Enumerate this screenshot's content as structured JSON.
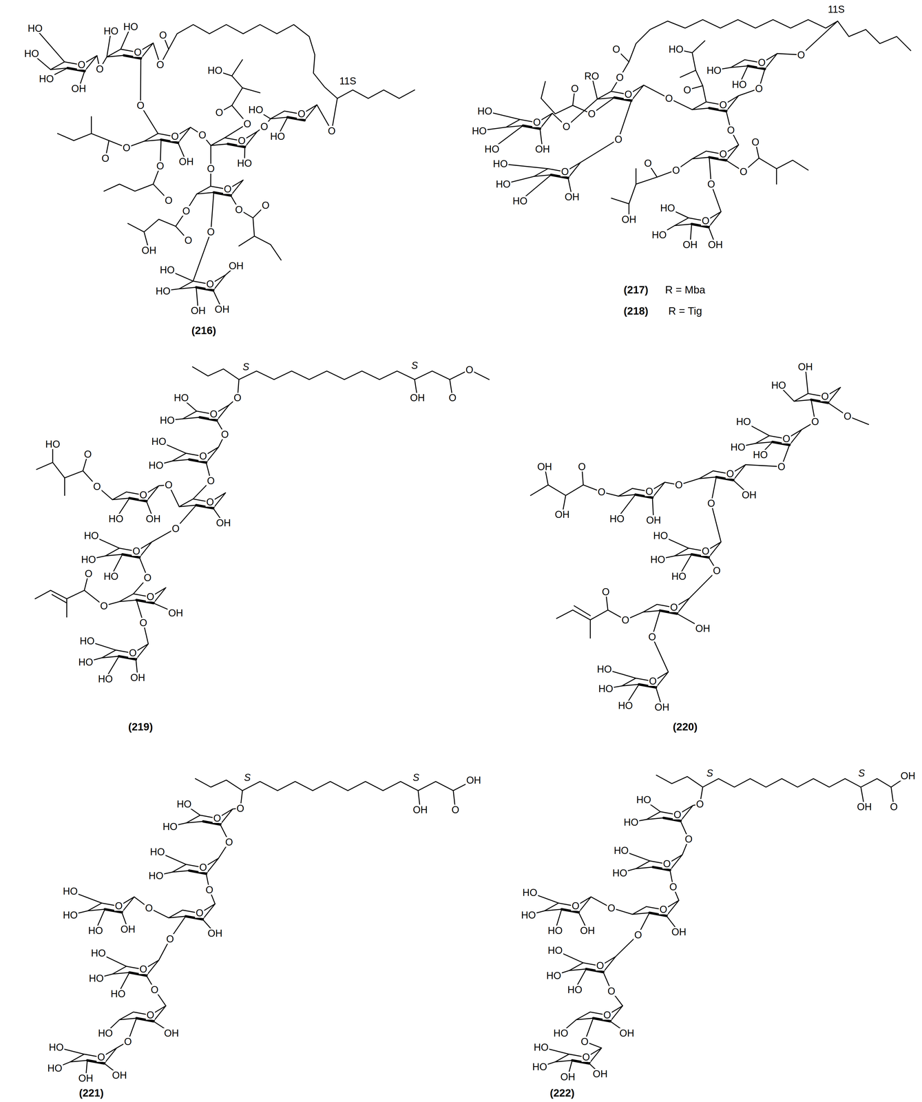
{
  "diagram": {
    "labels": [
      "HO",
      "HO",
      "HO",
      "OH",
      "O",
      "O",
      "HO",
      "HO",
      "O",
      "O",
      "O",
      "O",
      "HO",
      "O",
      "O",
      "O",
      "HO",
      "HO",
      "O",
      "11S",
      "O",
      "O",
      "O",
      "O",
      "O",
      "OH",
      "O",
      "O",
      "HO",
      "O",
      "O",
      "O",
      "O",
      "O",
      "OH",
      "O",
      "O",
      "O",
      "O",
      "HO",
      "HO",
      "OH",
      "OH",
      "OH",
      "(216)",
      "11S",
      "O",
      "O",
      "RO",
      "O",
      "HO",
      "O",
      "HO",
      "HO",
      "O",
      "O",
      "O",
      "O",
      "O",
      "O",
      "O",
      "O",
      "O",
      "HO",
      "HO",
      "HO",
      "OH",
      "O",
      "O",
      "HO",
      "HO",
      "HO",
      "OH",
      "O",
      "O",
      "O",
      "O",
      "OH",
      "O",
      "O",
      "O",
      "O",
      "HO",
      "HO",
      "OH",
      "OH",
      "(217)",
      "R = Mba",
      "(218)",
      "R = Tig",
      "S",
      "O",
      "S",
      "OH",
      "O",
      "O",
      "HO",
      "HO",
      "O",
      "O",
      "O",
      "HO",
      "HO",
      "O",
      "O",
      "O",
      "O",
      "HO",
      "HO",
      "OH",
      "O",
      "O",
      "OH",
      "O",
      "O",
      "HO",
      "HO",
      "HO",
      "O",
      "O",
      "OH",
      "O",
      "O",
      "O",
      "O",
      "HO",
      "HO",
      "HO",
      "OH",
      "(219)",
      "OH",
      "HO",
      "O",
      "O",
      "O",
      "O",
      "HO",
      "HO",
      "HO",
      "O",
      "O",
      "OH",
      "O",
      "O",
      "O",
      "O",
      "O",
      "OH",
      "OH",
      "HO",
      "OH",
      "O",
      "HO",
      "HO",
      "HO",
      "O",
      "O",
      "OH",
      "O",
      "O",
      "O",
      "O",
      "HO",
      "HO",
      "HO",
      "OH",
      "(220)",
      "S",
      "O",
      "S",
      "OH",
      "O",
      "OH",
      "HO",
      "HO",
      "O",
      "O",
      "O",
      "HO",
      "HO",
      "O",
      "O",
      "OH",
      "O",
      "O",
      "O",
      "HO",
      "HO",
      "HO",
      "OH",
      "O",
      "HO",
      "HO",
      "HO",
      "O",
      "O",
      "HO",
      "OH",
      "O",
      "O",
      "HO",
      "HO",
      "OH",
      "OH",
      "(221)",
      "S",
      "O",
      "S",
      "OH",
      "O",
      "OH",
      "HO",
      "HO",
      "O",
      "O",
      "O",
      "HO",
      "HO",
      "O",
      "O",
      "OH",
      "O",
      "O",
      "O",
      "HO",
      "HO",
      "HO",
      "OH",
      "O",
      "HO",
      "HO",
      "HO",
      "O",
      "O",
      "HO",
      "OH",
      "O",
      "O",
      "HO",
      "HO",
      "OH",
      "OH",
      "(222)"
    ]
  }
}
